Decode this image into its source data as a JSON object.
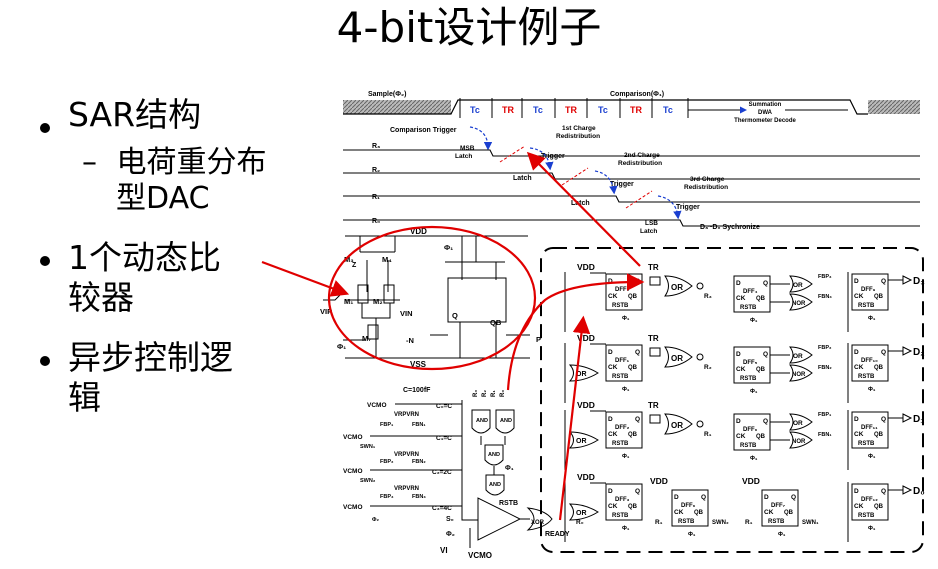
{
  "slide": {
    "title": "4-bit设计例子"
  },
  "bullets": [
    {
      "lines": [
        "SAR结构"
      ]
    },
    {
      "dash": "–",
      "lines": [
        "电荷重分布",
        "型DAC"
      ]
    },
    {
      "lines": [
        "1个动态比",
        "较器"
      ]
    },
    {
      "lines": [
        "异步控制逻",
        "辑"
      ]
    }
  ],
  "timing": {
    "sample": "Sample(Φ₂)",
    "comparison": "Comparison(Φ₁)",
    "tc": "Tc",
    "tr": "TR",
    "summation": [
      "Summation",
      "DWA",
      "Thermometer Decode"
    ],
    "comparison_trigger": "Comparison Trigger",
    "msb_latch": [
      "MSB",
      "Latch"
    ],
    "charge1": [
      "1st Charge",
      "Redistribution"
    ],
    "charge2": [
      "2nd Charge",
      "Redistribution"
    ],
    "charge3": [
      "3rd Charge",
      "Redistribution"
    ],
    "trigger": "Trigger",
    "latch": "Latch",
    "lsb_latch": [
      "LSB",
      "Latch"
    ],
    "sync": "D₃~D₀ Sychronize",
    "rows": [
      "R₃",
      "R₂",
      "R₁",
      "R₀"
    ]
  },
  "comparator": {
    "vdd": "VDD",
    "vss": "VSS",
    "phi1": "Φ₁",
    "vip": "VIP",
    "vin": "VIN",
    "m1": "M₁",
    "m2": "M₂",
    "m3": "M₃",
    "m4": "M₄",
    "m7": "M₇",
    "q": "Q",
    "qb": "QB",
    "n": "-N",
    "p": "P",
    "z": "Z"
  },
  "dac": {
    "c100": "C=100fF",
    "vcmo": "VCMO",
    "vrp": "VRPVRN",
    "fbp": [
      "FBP₃",
      "FBP₂",
      "FBP₁"
    ],
    "fbn": [
      "FBN₃",
      "FBN₂",
      "FBN₁"
    ],
    "swn": [
      "SWN₃",
      "SWN₂",
      "SWN₁"
    ],
    "caps": [
      "C₀=C",
      "C₁=C",
      "C₂=2C",
      "C₃=4C"
    ],
    "phi2": "Φ₂",
    "s0": "S₀",
    "vi": "VI",
    "vcmo_bottom": "VCMO",
    "and": "AND",
    "rstb": "RSTB",
    "xor": "XOR",
    "ready": "READY",
    "phi1": "Φ₁",
    "r_inputs": [
      "R₃",
      "R₂",
      "R₁",
      "R₀"
    ]
  },
  "logic": {
    "vdd": "VDD",
    "tr": "TR",
    "or": "OR",
    "nor": "NOR",
    "d": "D",
    "ck": "CK",
    "q": "Q",
    "qb": "QB",
    "rstb": "RSTB",
    "phi1": "Φ₁",
    "dff_left": [
      "DFF₀",
      "DFF₁",
      "DFF₂",
      "DFF₃"
    ],
    "dff_mid": [
      "DFF₄",
      "DFF₅",
      "DFF₆",
      "DFF₇"
    ],
    "dff_right": [
      "DFF₉",
      "DFF₁₀",
      "DFF₁₁",
      "DFF₁₂"
    ],
    "r_out": [
      "R₃",
      "R₂",
      "R₁",
      "R₀"
    ],
    "fbp_out": [
      "FBP₃",
      "FBP₂",
      "FBP₁"
    ],
    "fbn_out": [
      "FBN₃",
      "FBN₂",
      "FBN₁"
    ],
    "swn_out": [
      "SWN₂",
      "SWN₁"
    ],
    "dout": [
      "D₃",
      "D₂",
      "D₁",
      "D₀"
    ]
  }
}
